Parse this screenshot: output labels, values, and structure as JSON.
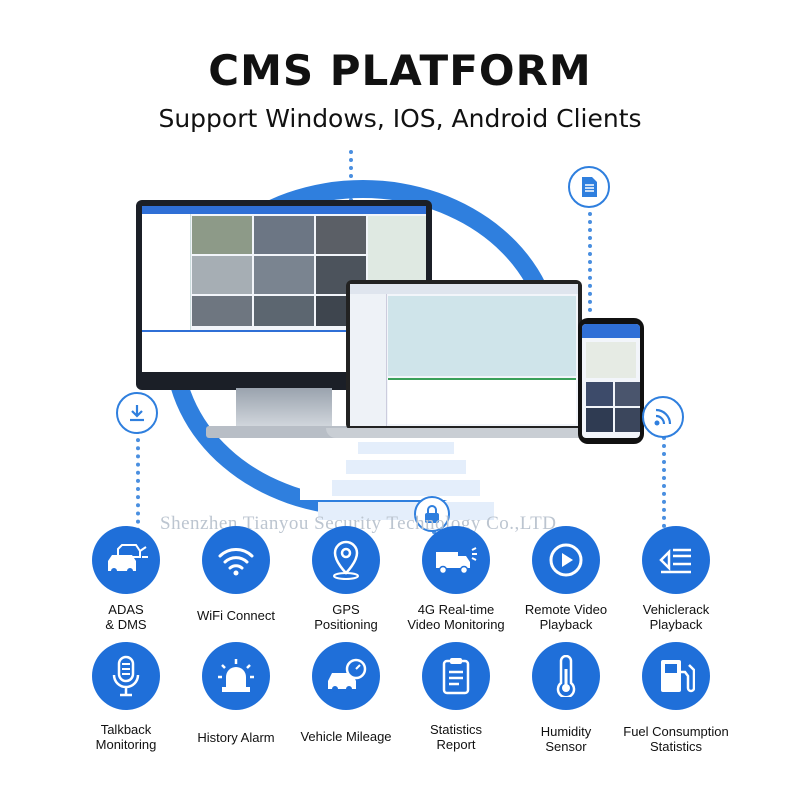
{
  "header": {
    "title": "CMS PLATFORM",
    "subtitle": "Support Windows, IOS, Android Clients"
  },
  "watermark": "Shenzhen Tianyou Security Technology Co.,LTD",
  "colors": {
    "accent": "#1f6fd9",
    "ring": "#2f7fde",
    "stairs": "#e4eefb"
  },
  "corner_icons": [
    "document-icon",
    "download-icon",
    "signal-icon",
    "lock-icon"
  ],
  "features": [
    {
      "label": "ADAS\n& DMS",
      "icon": "cars-icon"
    },
    {
      "label": "WiFi Connect",
      "icon": "wifi-icon"
    },
    {
      "label": "GPS\nPositioning",
      "icon": "location-pin-icon"
    },
    {
      "label": "4G Real-time\nVideo Monitoring",
      "icon": "truck-camera-icon"
    },
    {
      "label": "Remote Video\nPlayback",
      "icon": "play-icon"
    },
    {
      "label": "Vehiclerack\nPlayback",
      "icon": "rewind-list-icon"
    },
    {
      "label": "Talkback\nMonitoring",
      "icon": "microphone-icon"
    },
    {
      "label": "History Alarm",
      "icon": "alarm-light-icon"
    },
    {
      "label": "Vehicle Mileage",
      "icon": "car-speedometer-icon"
    },
    {
      "label": "Statistics\nReport",
      "icon": "clipboard-icon"
    },
    {
      "label": "Humidity\nSensor",
      "icon": "thermometer-icon"
    },
    {
      "label": "Fuel Consumption\nStatistics",
      "icon": "fuel-pump-icon"
    }
  ]
}
